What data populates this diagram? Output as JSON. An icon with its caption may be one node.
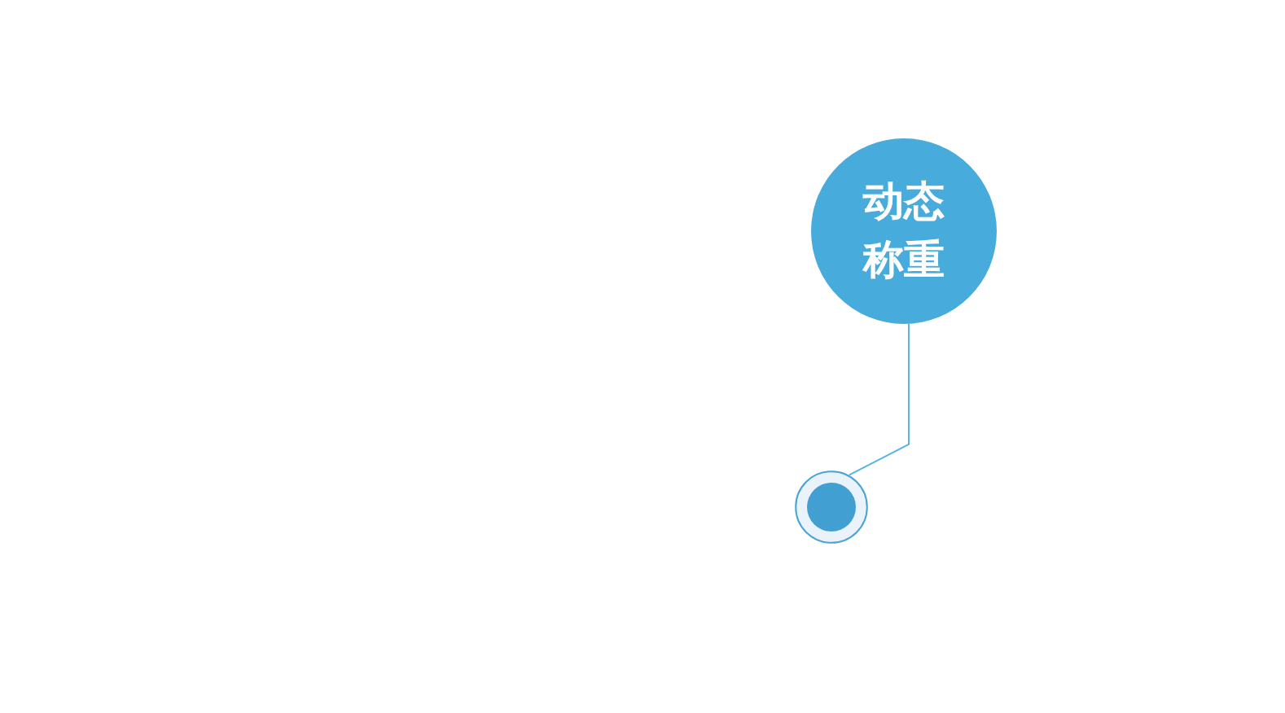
{
  "diagram": {
    "nodes": [
      {
        "text": [
          "动态称重"
        ]
      },
      {
        "text": [],
        "shape": "circle"
      }
    ],
    "edges": [
      {
        "from": 0,
        "to": 1,
        "arrow": "none"
      }
    ]
  }
}
